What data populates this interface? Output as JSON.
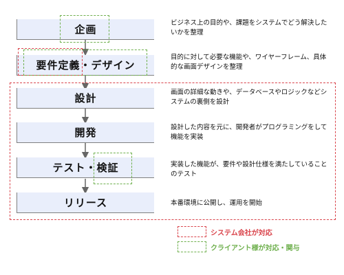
{
  "steps": [
    {
      "label": "企画",
      "desc": "ビジネス上の目的や、課題をシステムでどう解決したいかを整理"
    },
    {
      "label": "要件定義・デザイン",
      "desc": "目的に対して必要な機能や、ワイヤーフレーム、具体的な画面デザインを整理"
    },
    {
      "label": "設計",
      "desc": "画面の詳細な動きや、データベースやロジックなどシステムの裏側を設計"
    },
    {
      "label": "開発",
      "desc": "設計した内容を元に、開発者がプログラミングをして機能を実装"
    },
    {
      "label": "テスト・検証",
      "desc": "実装した機能が、要件や設計仕様を満たしていることのテスト"
    },
    {
      "label": "リリース",
      "desc": "本番環境に公開し、運用を開始"
    }
  ],
  "legend": {
    "company": "システム会社が対応",
    "client": "クライアント様が対応・関与"
  },
  "colors": {
    "company": "#d9434a",
    "client": "#6fb04e",
    "box_fill": "#e9eefb"
  }
}
